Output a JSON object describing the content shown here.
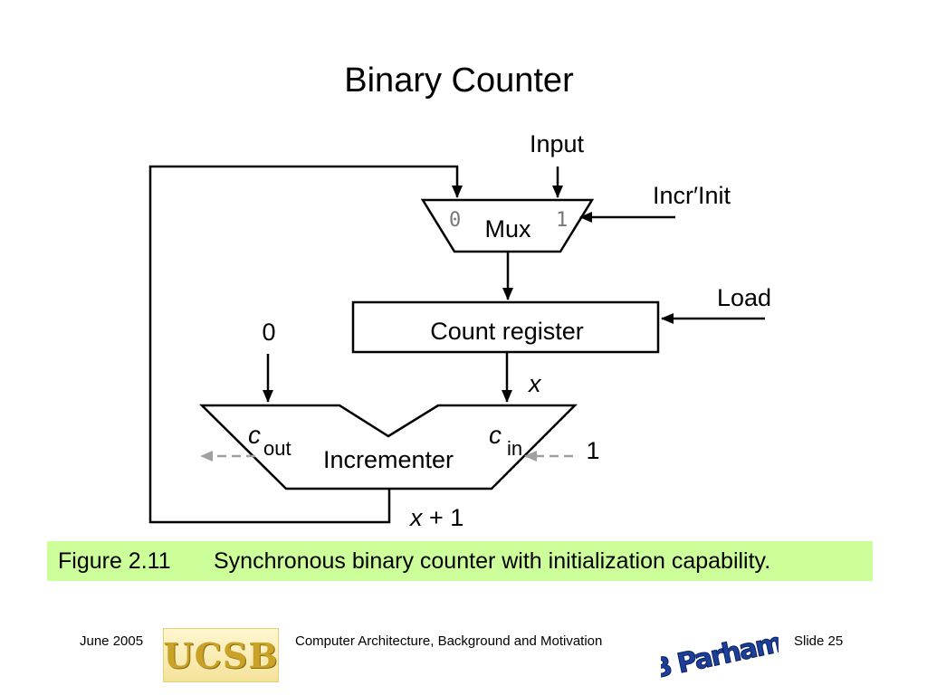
{
  "slide": {
    "title": "Binary Counter"
  },
  "diagram": {
    "input_label": "Input",
    "control_label": "Incr′Init",
    "mux_label": "Mux",
    "mux_port_0": "0",
    "mux_port_1": "1",
    "load_label": "Load",
    "register_label": "Count register",
    "x_label": "x",
    "zero_label": "0",
    "incrementer_label": "Incrementer",
    "cout_c": "c",
    "cout_sub": "out",
    "cin_c": "c",
    "cin_sub": "in",
    "one_label": "1",
    "x_plus_1_x": "x",
    "x_plus_1_rest": " + 1"
  },
  "caption": {
    "number": "Figure 2.11",
    "text": "Synchronous binary counter with initialization capability.",
    "background": "#ccff99"
  },
  "footer": {
    "date": "June 2005",
    "course": "Computer Architecture, Background and Motivation",
    "slide": "Slide 25",
    "ucsb_logo_text": "UCSB",
    "author_logo_text": "B Parhami"
  },
  "colors": {
    "line": "#000000",
    "dashed_arrow": "#a0a0a0",
    "logo_blue": "#1b3f9a"
  }
}
